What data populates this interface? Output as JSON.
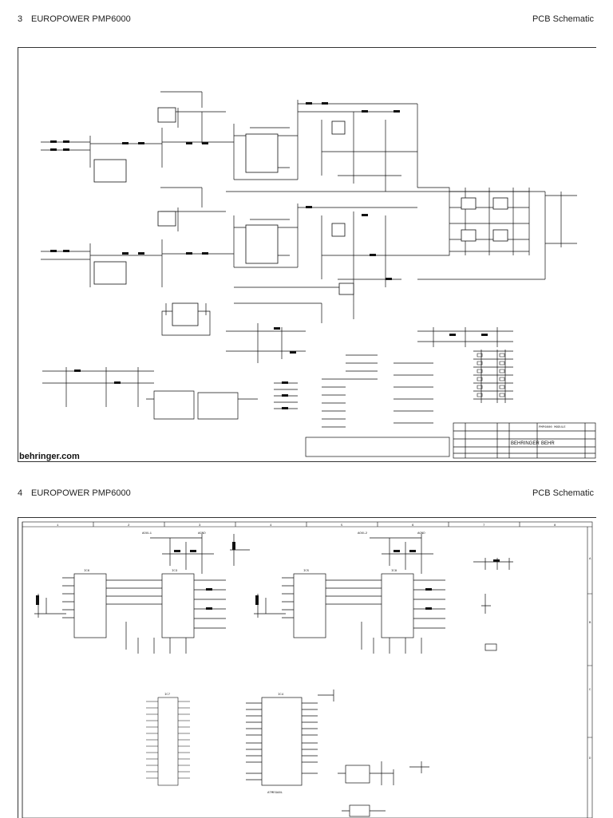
{
  "pages": [
    {
      "number": "3",
      "product": "EUROPOWER PMP6000",
      "section": "PCB Schematic"
    },
    {
      "number": "4",
      "product": "EUROPOWER PMP6000",
      "section": "PCB Schematic"
    }
  ],
  "brand_footer": "behringer.com",
  "title_block": {
    "company": "BEHRINGER",
    "drawing_no": "PMP6000 MODULE",
    "short": "BEHR"
  },
  "grid_columns": [
    "1",
    "2",
    "3",
    "4",
    "5",
    "6",
    "7",
    "8"
  ],
  "grid_rows": [
    "A",
    "B",
    "C",
    "D"
  ],
  "chip_labels": {
    "ic6": "IC6",
    "ic3": "IC3",
    "ic4": "IC4",
    "ic5": "IC5",
    "ic8": "IC8",
    "ic7": "IC7",
    "agnd": "AGND",
    "aud_l": "AOUL1",
    "aud_r": "AOUL2",
    "atmega": "ATMEGA8L"
  }
}
